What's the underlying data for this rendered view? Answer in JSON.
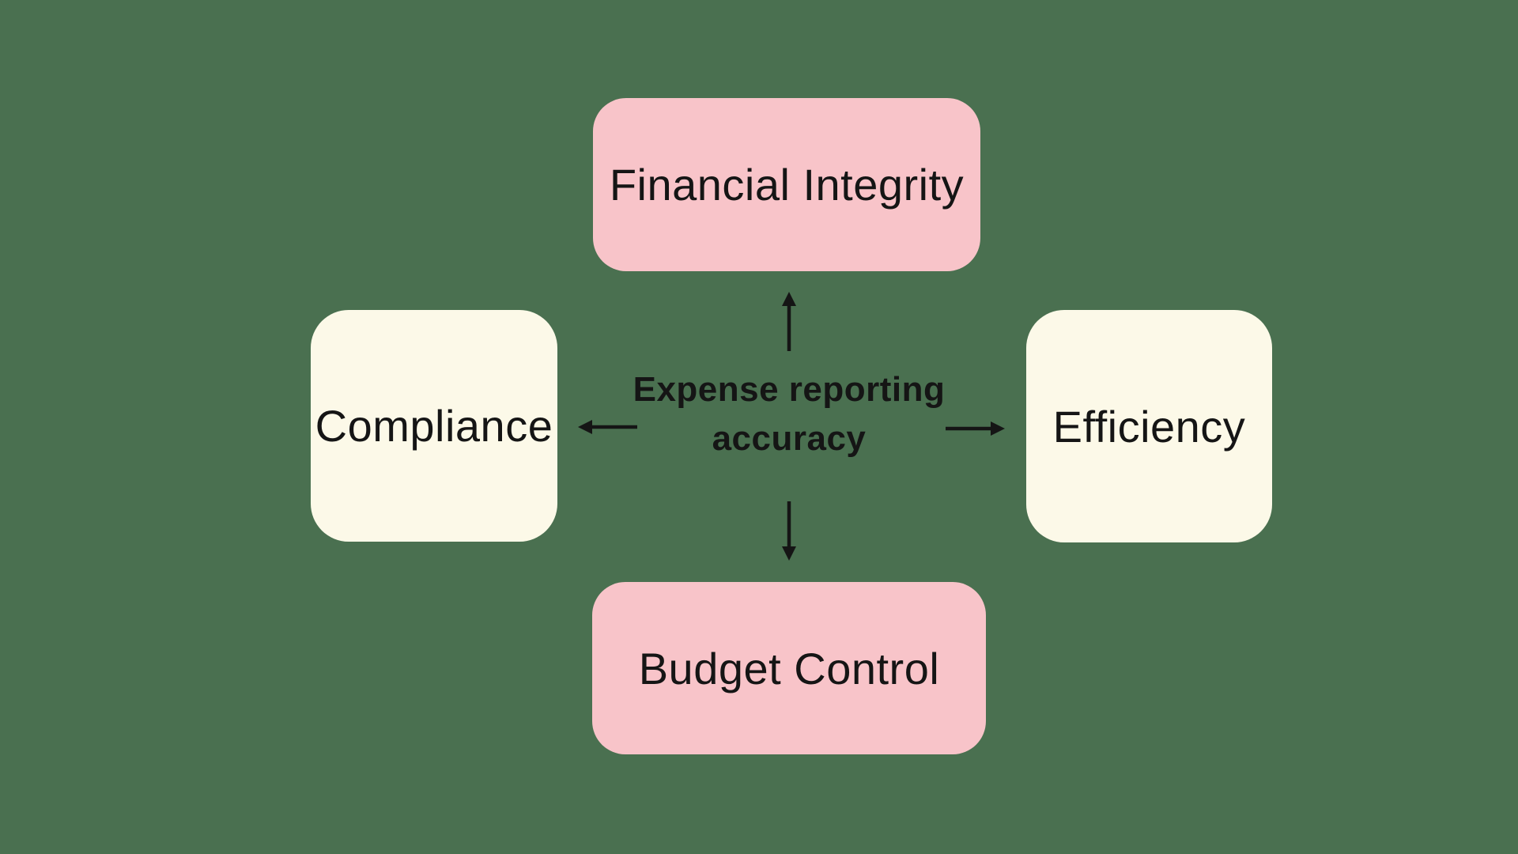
{
  "canvas": {
    "background_color": "#4A7050",
    "text_color": "#151515",
    "arrow_color": "#151515"
  },
  "diagram": {
    "center_label": "Expense reporting accuracy",
    "nodes": {
      "top": {
        "label": "Financial Integrity",
        "fill": "#F8C4C9"
      },
      "left": {
        "label": "Compliance",
        "fill": "#FCF9E8"
      },
      "right": {
        "label": "Efficiency",
        "fill": "#FCF9E8"
      },
      "bottom": {
        "label": "Budget Control",
        "fill": "#F8C4C9"
      }
    },
    "arrows": [
      {
        "direction": "up",
        "from": "center",
        "to": "top"
      },
      {
        "direction": "left",
        "from": "center",
        "to": "left"
      },
      {
        "direction": "right",
        "from": "center",
        "to": "right"
      },
      {
        "direction": "down",
        "from": "center",
        "to": "bottom"
      }
    ]
  }
}
